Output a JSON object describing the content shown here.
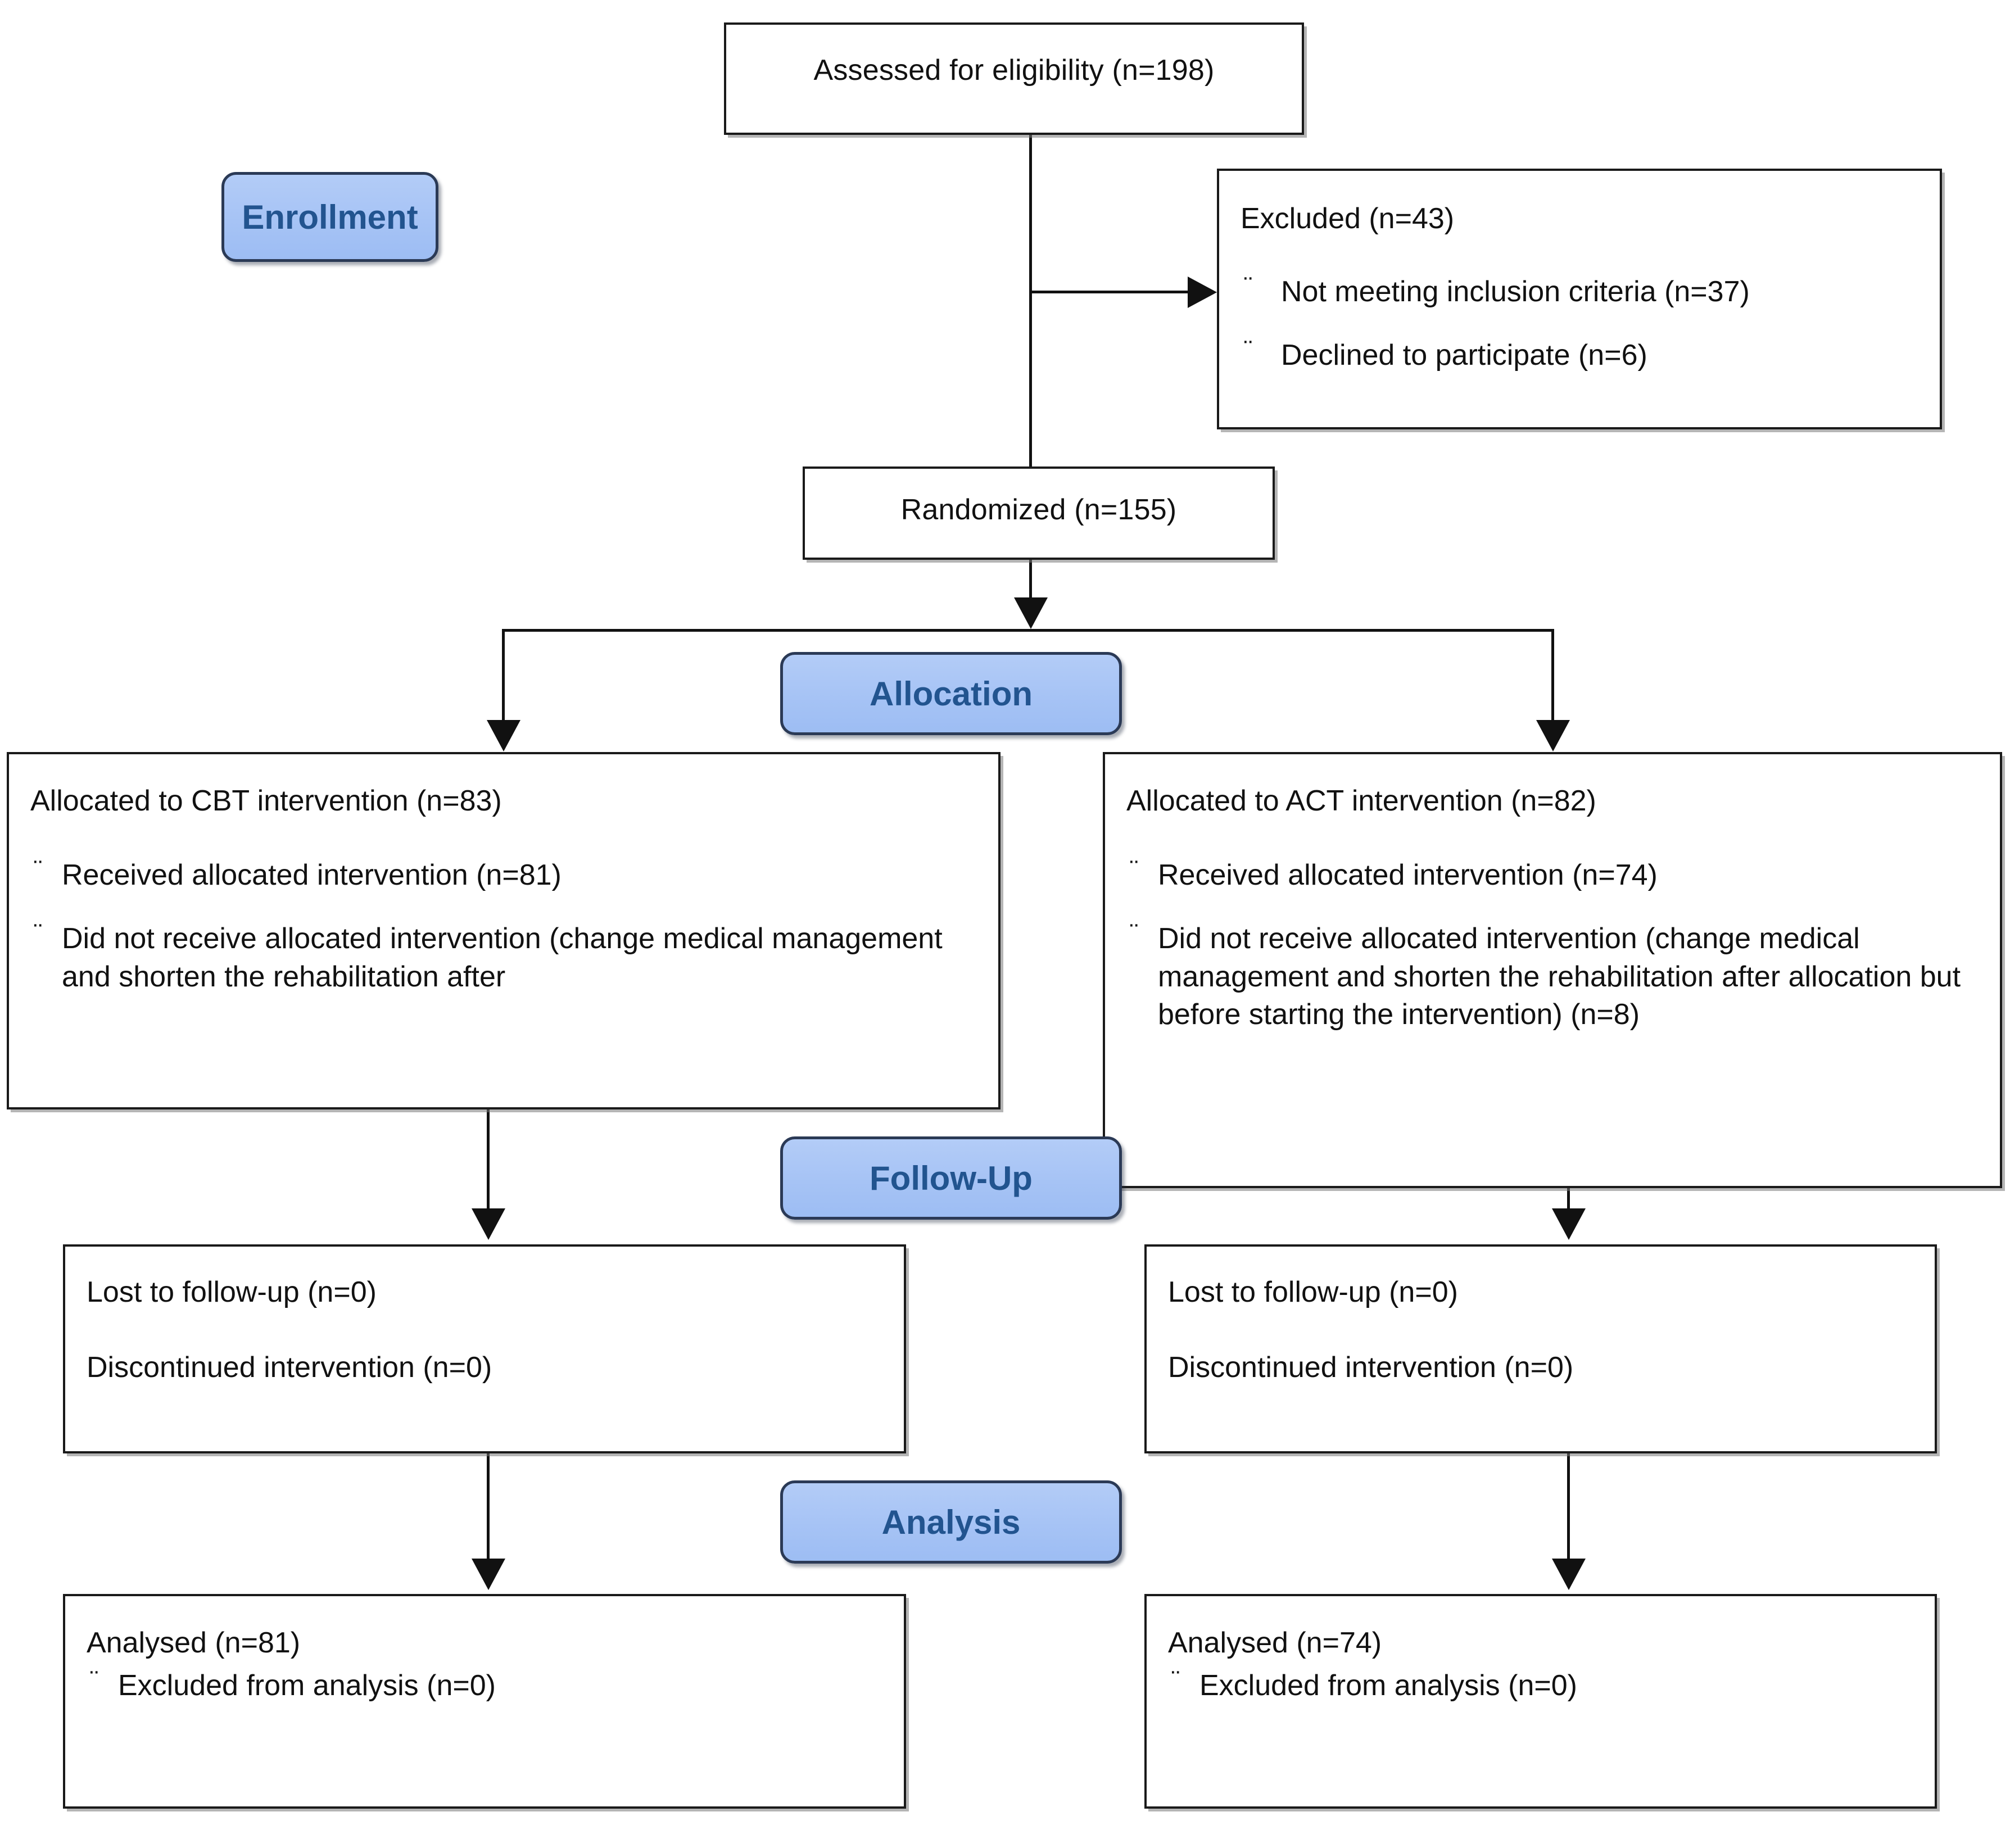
{
  "diagram": {
    "title": "CONSORT participant flow diagram",
    "stage_labels": [
      {
        "id": "enrollment",
        "label": "Enrollment"
      },
      {
        "id": "allocation",
        "label": "Allocation"
      },
      {
        "id": "followup",
        "label": "Follow-Up"
      },
      {
        "id": "analysis",
        "label": "Analysis"
      }
    ],
    "accent_fill": "#a6c3f5",
    "accent_text": "#22548f",
    "accent_border": "#2b3a56",
    "line_color": "#111111",
    "bullet_glyph": "¨"
  },
  "nodes": {
    "assessed": {
      "text": "Assessed for eligibility (n=198)"
    },
    "excluded": {
      "heading": "Excluded (n=43)",
      "items": [
        "Not meeting inclusion criteria (n=37)",
        "Declined to participate (n=6)"
      ]
    },
    "randomized": {
      "text": "Randomized (n=155)"
    },
    "alloc_left": {
      "heading": "Allocated to CBT intervention (n=83)",
      "items": [
        "Received allocated intervention (n=81)",
        "Did not receive allocated intervention (change medical management and shorten the rehabilitation after"
      ]
    },
    "alloc_right": {
      "heading": "Allocated to ACT intervention (n=82)",
      "items": [
        "Received allocated intervention (n=74)",
        "Did not receive allocated intervention (change medical management and shorten the rehabilitation after allocation but before starting the intervention) (n=8)"
      ]
    },
    "followup_left": {
      "line1": "Lost to follow-up (n=0)",
      "line2": "Discontinued intervention (n=0)"
    },
    "followup_right": {
      "line1": "Lost to follow-up (n=0)",
      "line2": "Discontinued intervention (n=0)"
    },
    "analysis_left": {
      "heading": "Analysed (n=81)",
      "items": [
        "Excluded from analysis (n=0)"
      ]
    },
    "analysis_right": {
      "heading": "Analysed (n=74)",
      "items": [
        "Excluded from analysis (n=0)"
      ]
    }
  },
  "chart_data": {
    "type": "diagram",
    "title": "CONSORT flow diagram",
    "flow": [
      {
        "stage": "Enrollment",
        "node": "Assessed for eligibility",
        "n": 198
      },
      {
        "stage": "Enrollment",
        "node": "Excluded",
        "n": 43
      },
      {
        "stage": "Enrollment",
        "node": "Not meeting inclusion criteria",
        "n": 37
      },
      {
        "stage": "Enrollment",
        "node": "Declined to participate",
        "n": 6
      },
      {
        "stage": "Enrollment",
        "node": "Randomized",
        "n": 155
      },
      {
        "stage": "Allocation",
        "node": "Allocated to CBT intervention",
        "n": 83
      },
      {
        "stage": "Allocation",
        "node": "CBT received allocated intervention",
        "n": 81
      },
      {
        "stage": "Allocation",
        "node": "Allocated to ACT intervention",
        "n": 82
      },
      {
        "stage": "Allocation",
        "node": "ACT received allocated intervention",
        "n": 74
      },
      {
        "stage": "Allocation",
        "node": "ACT did not receive allocated intervention",
        "n": 8
      },
      {
        "stage": "Follow-Up",
        "node": "CBT lost to follow-up",
        "n": 0
      },
      {
        "stage": "Follow-Up",
        "node": "CBT discontinued intervention",
        "n": 0
      },
      {
        "stage": "Follow-Up",
        "node": "ACT lost to follow-up",
        "n": 0
      },
      {
        "stage": "Follow-Up",
        "node": "ACT discontinued intervention",
        "n": 0
      },
      {
        "stage": "Analysis",
        "node": "CBT analysed",
        "n": 81
      },
      {
        "stage": "Analysis",
        "node": "CBT excluded from analysis",
        "n": 0
      },
      {
        "stage": "Analysis",
        "node": "ACT analysed",
        "n": 74
      },
      {
        "stage": "Analysis",
        "node": "ACT excluded from analysis",
        "n": 0
      }
    ]
  }
}
